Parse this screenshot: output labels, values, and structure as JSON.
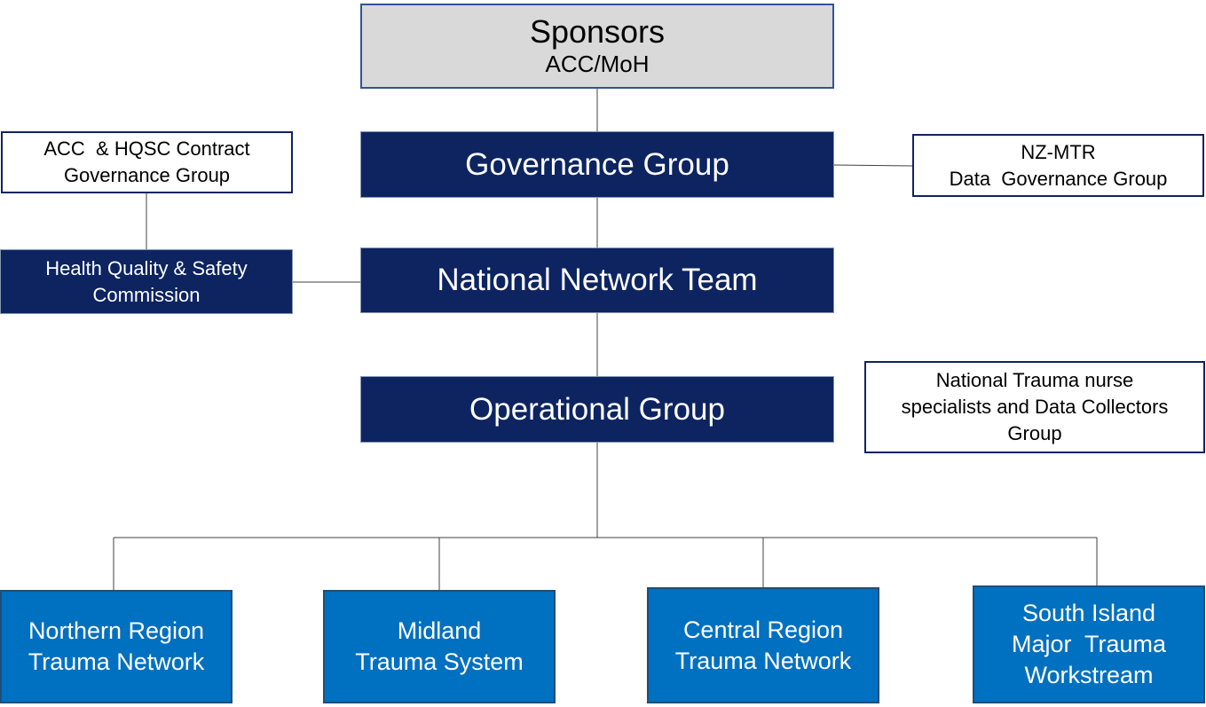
{
  "sponsors": {
    "title": "Sponsors",
    "subtitle": "ACC/MoH"
  },
  "governance_group": {
    "label": "Governance Group"
  },
  "national_network_team": {
    "label": "National Network Team"
  },
  "operational_group": {
    "label": "Operational Group"
  },
  "contract_governance_group": {
    "line1": "ACC  & HQSC Contract",
    "line2": "Governance Group"
  },
  "hqsc": {
    "line1": "Health Quality & Safety",
    "line2": "Commission"
  },
  "nz_mtr": {
    "line1": "NZ-MTR",
    "line2": "Data  Governance Group"
  },
  "nurse_specialists_group": {
    "line1": "National Trauma nurse",
    "line2": "specialists and Data Collectors",
    "line3": "Group"
  },
  "regions": [
    {
      "line1": "Northern Region",
      "line2": "Trauma Network"
    },
    {
      "line1": "Midland",
      "line2": "Trauma System"
    },
    {
      "line1": "Central Region",
      "line2": "Trauma Network"
    },
    {
      "line1": "South Island",
      "line2": "Major  Trauma",
      "line3": "Workstream"
    }
  ],
  "colors": {
    "navy_box": "#0d2461",
    "region_blue": "#0070c0",
    "sponsor_grey": "#d9d9d9",
    "connector": "#404040"
  }
}
